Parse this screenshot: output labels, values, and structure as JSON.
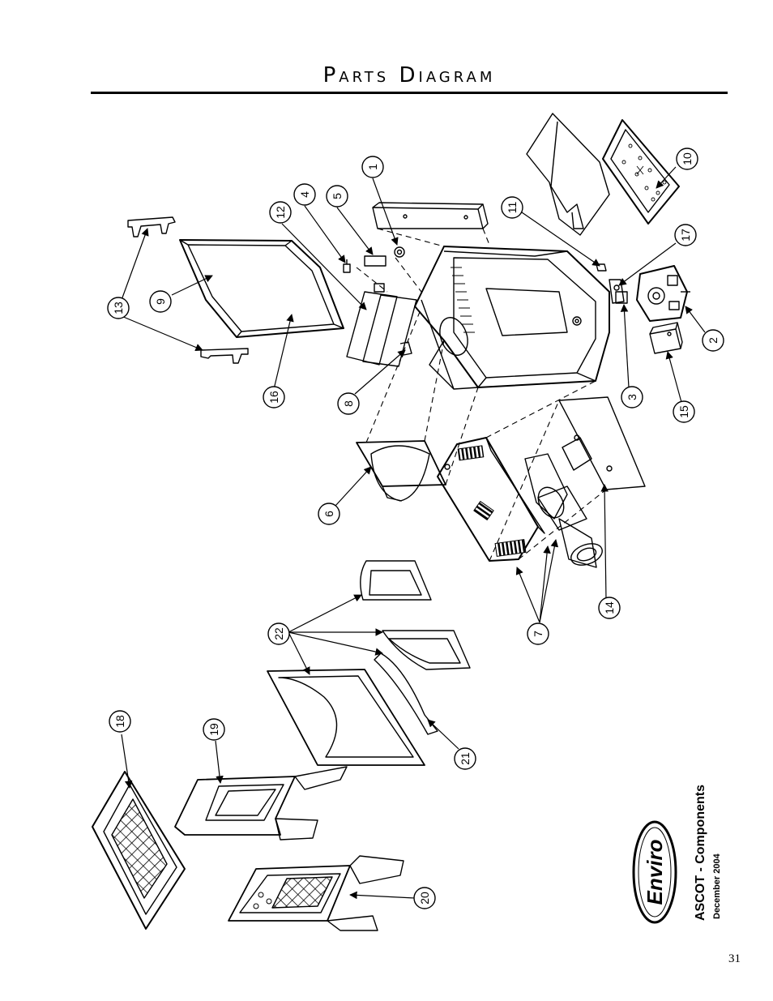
{
  "page": {
    "title": "Parts Diagram",
    "page_number": "31"
  },
  "brand": {
    "logo_text": "Enviro",
    "product": "ASCOT - Components",
    "date": "December 2004"
  },
  "colors": {
    "ink": "#000000",
    "paper": "#ffffff"
  },
  "callouts": [
    {
      "id": "c1",
      "label": "1"
    },
    {
      "id": "c2",
      "label": "2"
    },
    {
      "id": "c3",
      "label": "3"
    },
    {
      "id": "c4",
      "label": "4"
    },
    {
      "id": "c5",
      "label": "5"
    },
    {
      "id": "c6",
      "label": "6"
    },
    {
      "id": "c7",
      "label": "7"
    },
    {
      "id": "c8",
      "label": "8"
    },
    {
      "id": "c9",
      "label": "9"
    },
    {
      "id": "c10",
      "label": "10"
    },
    {
      "id": "c11",
      "label": "11"
    },
    {
      "id": "c12",
      "label": "12"
    },
    {
      "id": "c13",
      "label": "13"
    },
    {
      "id": "c14",
      "label": "14"
    },
    {
      "id": "c15",
      "label": "15"
    },
    {
      "id": "c16",
      "label": "16"
    },
    {
      "id": "c17",
      "label": "17"
    },
    {
      "id": "c18",
      "label": "18"
    },
    {
      "id": "c19",
      "label": "19"
    },
    {
      "id": "c20",
      "label": "20"
    },
    {
      "id": "c21",
      "label": "21"
    },
    {
      "id": "c22",
      "label": "22"
    }
  ]
}
